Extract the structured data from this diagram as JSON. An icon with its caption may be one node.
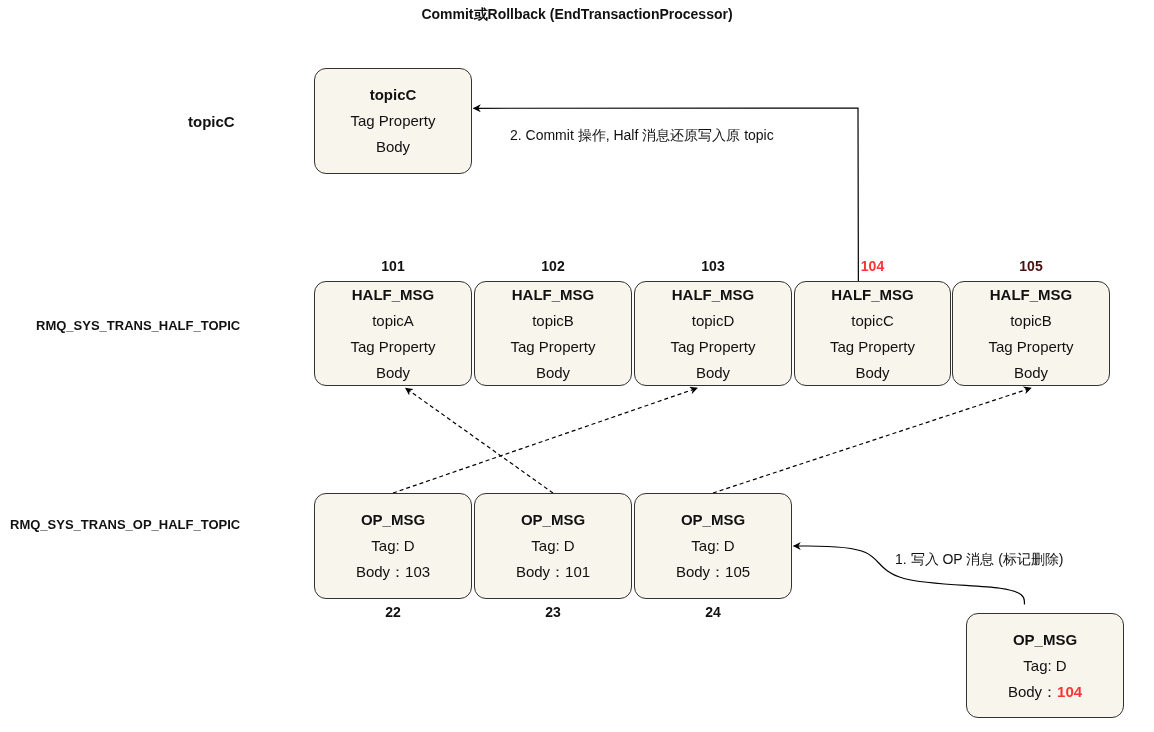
{
  "diagram": {
    "title": "Commit或Rollback (EndTransactionProcessor)",
    "nodes": [
      {
        "text": [
          "topicC",
          "Tag Property",
          "Body"
        ]
      },
      {
        "text": [
          "HALF_MSG",
          "topicA",
          "Tag Property",
          "Body"
        ],
        "beside": [
          "101"
        ]
      },
      {
        "text": [
          "HALF_MSG",
          "topicB",
          "Tag Property",
          "Body"
        ],
        "beside": [
          "102"
        ]
      },
      {
        "text": [
          "HALF_MSG",
          "topicD",
          "Tag Property",
          "Body"
        ],
        "beside": [
          "103"
        ]
      },
      {
        "text": [
          "HALF_MSG",
          "topicC",
          "Tag Property",
          "Body"
        ],
        "beside": [
          "104"
        ]
      },
      {
        "text": [
          "HALF_MSG",
          "topicB",
          "Tag Property",
          "Body"
        ],
        "beside": [
          "105"
        ]
      },
      {
        "text": [
          "OP_MSG",
          "Tag: D",
          "Body：103"
        ],
        "beside": [
          "22"
        ]
      },
      {
        "text": [
          "OP_MSG",
          "Tag: D",
          "Body：101"
        ],
        "beside": [
          "23"
        ]
      },
      {
        "text": [
          "OP_MSG",
          "Tag: D",
          "Body：105"
        ],
        "beside": [
          "24"
        ]
      },
      {
        "text": [
          "OP_MSG",
          "Tag: D",
          "Body：**104**"
        ]
      }
    ],
    "edges": [
      {
        "from": 6,
        "to": 3,
        "arrow": "to",
        "style": "dashed"
      },
      {
        "from": 7,
        "to": 1,
        "arrow": "to",
        "style": "dashed"
      },
      {
        "from": 8,
        "to": 5,
        "arrow": "to",
        "style": "dashed"
      },
      {
        "from": 9,
        "to": 8,
        "arrow": "to",
        "label": "1. 写入 OP 消息 (标记删除)"
      },
      {
        "from": 4,
        "to": 0,
        "arrow": "to",
        "label": "2. Commit 操作, Half 消息还原写入原 topic"
      }
    ],
    "labels": [
      "topicC",
      "RMQ_SYS_TRANS_HALF_TOPIC",
      "RMQ_SYS_TRANS_OP_HALF_TOPIC"
    ]
  }
}
